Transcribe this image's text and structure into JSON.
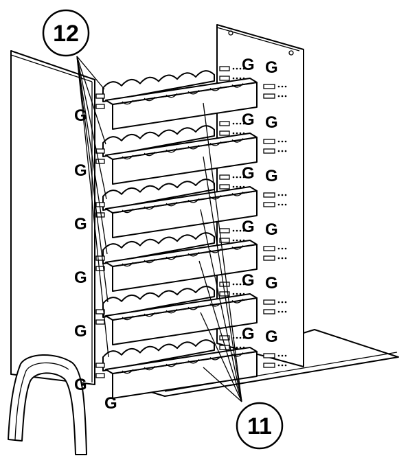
{
  "callouts": {
    "top_part": "12",
    "bottom_part": "11"
  },
  "hardware": {
    "label": "G"
  }
}
